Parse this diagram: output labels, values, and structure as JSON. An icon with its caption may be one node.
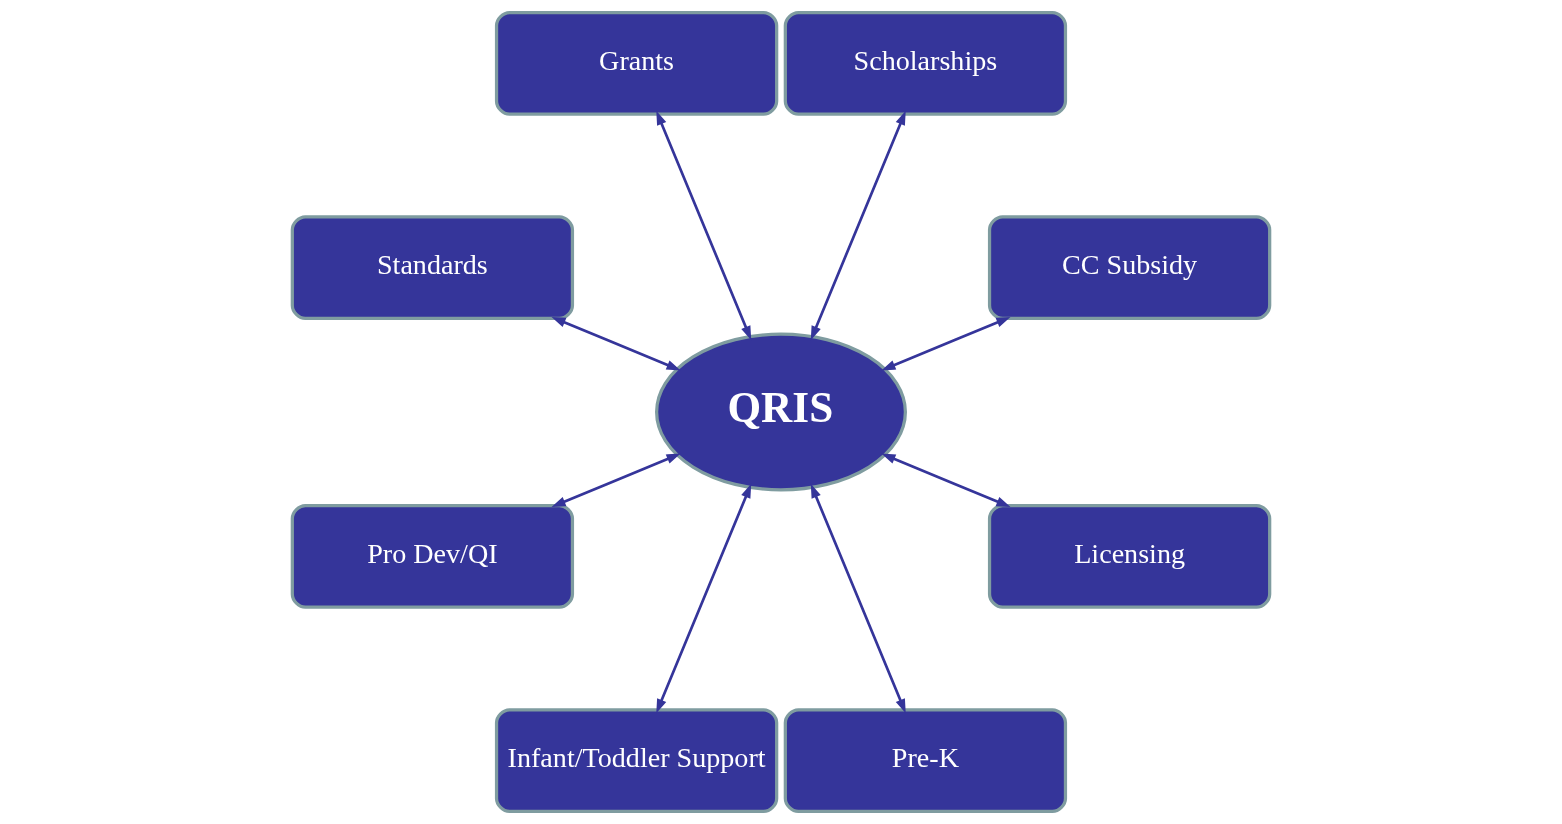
{
  "diagram": {
    "nodes": [
      {
        "text": [
          "CC Subsidy"
        ]
      },
      {
        "text": [
          "Scholarships"
        ]
      },
      {
        "text": [
          "Grants"
        ]
      },
      {
        "text": [
          "Standards"
        ]
      },
      {
        "text": [
          "QRIS"
        ]
      },
      {
        "text": [
          "Pro Dev/QI"
        ]
      },
      {
        "text": [
          "Infant/Toddler Support"
        ]
      },
      {
        "text": [
          "Pre-K"
        ]
      },
      {
        "text": [
          "Licensing"
        ]
      }
    ],
    "edges": [
      {
        "from": 4,
        "to": 0,
        "arrow": "both"
      },
      {
        "from": 4,
        "to": 1,
        "arrow": "both"
      },
      {
        "from": 4,
        "to": 2,
        "arrow": "both"
      },
      {
        "from": 4,
        "to": 3,
        "arrow": "both"
      },
      {
        "from": 4,
        "to": 5,
        "arrow": "both"
      },
      {
        "from": 4,
        "to": 6,
        "arrow": "both"
      },
      {
        "from": 4,
        "to": 7,
        "arrow": "both"
      },
      {
        "from": 4,
        "to": 8,
        "arrow": "both"
      }
    ]
  }
}
